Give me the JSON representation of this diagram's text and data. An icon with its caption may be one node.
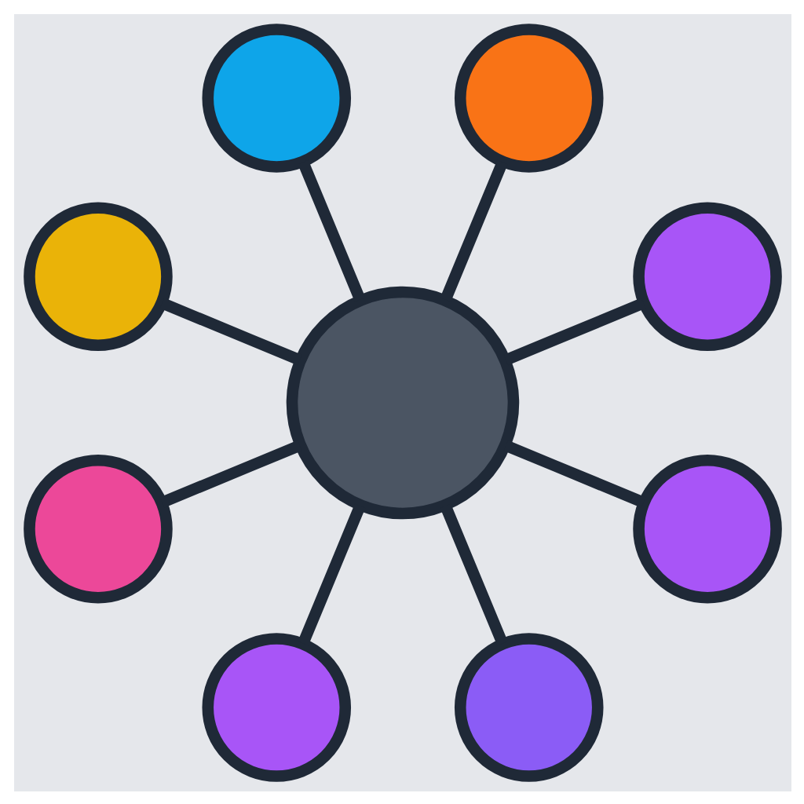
{
  "diagram": {
    "nodes": [
      {
        "text": [],
        "shape": "circle"
      },
      {
        "text": [],
        "shape": "circle"
      },
      {
        "text": [],
        "shape": "circle"
      },
      {
        "text": [],
        "shape": "circle"
      },
      {
        "text": [],
        "shape": "circle"
      },
      {
        "text": [],
        "shape": "circle"
      },
      {
        "text": [],
        "shape": "circle"
      },
      {
        "text": [],
        "shape": "circle"
      },
      {
        "text": [],
        "shape": "circle"
      }
    ],
    "edges": [
      {
        "from": 0,
        "to": 1,
        "arrow": "none"
      },
      {
        "from": 0,
        "to": 3,
        "arrow": "none"
      },
      {
        "from": 0,
        "to": 5,
        "arrow": "none"
      },
      {
        "from": 0,
        "to": 7,
        "arrow": "none"
      },
      {
        "from": 0,
        "to": 8,
        "arrow": "none"
      },
      {
        "from": 0,
        "to": 6,
        "arrow": "none"
      },
      {
        "from": 0,
        "to": 4,
        "arrow": "none"
      },
      {
        "from": 0,
        "to": 2,
        "arrow": "none"
      }
    ]
  }
}
